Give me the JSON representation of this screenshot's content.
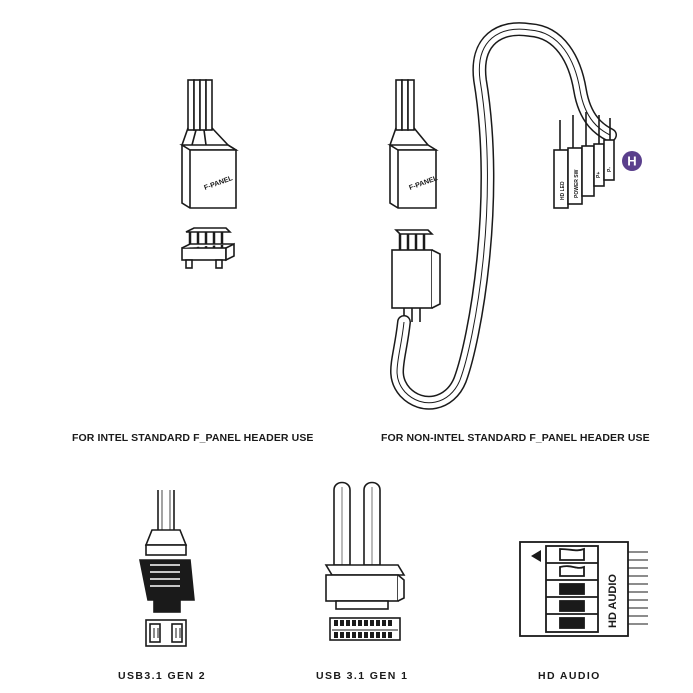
{
  "captions": {
    "intel": "FOR INTEL STANDARD F_PANEL HEADER USE",
    "non_intel": "FOR NON-INTEL STANDARD F_PANEL HEADER USE",
    "usb31_gen2": "USB3.1 GEN 2",
    "usb31_gen1": "USB 3.1 GEN 1",
    "hd_audio": "HD AUDIO"
  },
  "labels": {
    "fpanel_left": "F-PANEL",
    "fpanel_right": "F-PANEL",
    "hd_led": "HD LED",
    "power_sw": "POWER SW",
    "power_led_pos": "P+",
    "power_led_neg": "P-",
    "hd_audio_block": "HD AUDIO"
  },
  "badge": {
    "letter": "H",
    "color": "#5a3f8c"
  }
}
